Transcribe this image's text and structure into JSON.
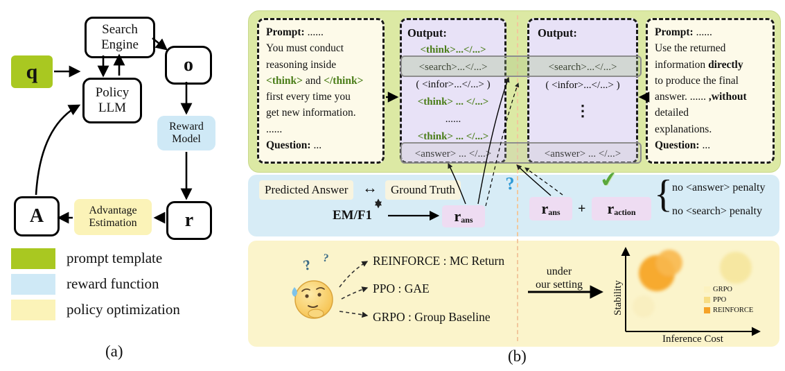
{
  "colors": {
    "prompt_template_green": "#a9c821",
    "reward_function_blue": "#cfe9f6",
    "policy_optimization_yellow": "#fbf3b8",
    "section_green": "#dce9a4",
    "section_blue": "#d7ecf6",
    "section_yellow": "#fbf4cb",
    "output_purple": "#e8e2f7",
    "tag_green": "#4a7d18",
    "reward_box_purple": "#eedcf2",
    "grpo_swatch": "#fcf2c0",
    "ppo_swatch": "#f7dd84",
    "reinforce_swatch": "#f5a227"
  },
  "panel_a": {
    "caption": "(a)",
    "nodes": {
      "q": "q",
      "search_engine": "Search\nEngine",
      "o": "o",
      "policy_llm": "Policy\nLLM",
      "reward_model": "Reward\nModel",
      "r": "r",
      "advantage": "Advantage\nEstimation",
      "A": "A"
    },
    "legend": [
      {
        "label": "prompt template"
      },
      {
        "label": "reward function"
      },
      {
        "label": "policy optimization"
      }
    ]
  },
  "panel_b": {
    "caption": "(b)",
    "prompt_left": {
      "head": "Prompt:",
      "head_rest": " ......",
      "l1": "You must conduct",
      "l2": "reasoning inside",
      "l3a": "<think>",
      "l3b": " and ",
      "l3c": "</think>",
      "l4": "first every time you",
      "l5": "get new information.",
      "l6": "......",
      "q_label": "Question:",
      "q_rest": " ..."
    },
    "output_left": {
      "head": "Output:",
      "think1": "<think>...</...>",
      "search": "<search>...</...>",
      "infor": "( <infor>...</...> )",
      "think2": "<think> ... </...>",
      "dots": "......",
      "think3": "<think> ... </...>",
      "answer": "<answer> ... </...>"
    },
    "output_right": {
      "head": "Output:",
      "search": "<search>...</...>",
      "infor": "( <infor>...</...> )",
      "vdots": "⋮",
      "answer": "<answer> ... </...>"
    },
    "prompt_right": {
      "head": "Prompt:",
      "head_rest": " ......",
      "l1": "Use the returned",
      "l2a": "information ",
      "l2b": "directly",
      "l3": "to produce the final",
      "l4a": "answer. ...... ",
      "l4b": ",without",
      "l5": "detailed",
      "l6": "explanations.",
      "q_label": "Question:",
      "q_rest": " ..."
    },
    "reward": {
      "predicted": "Predicted Answer",
      "compare_arrow": "↔",
      "ground": "Ground Truth",
      "metric": "EM/F1",
      "r_ans_base": "r",
      "r_ans_sub": "ans",
      "plus": "+",
      "r_action_base": "r",
      "r_action_sub": "action",
      "question_mark": "?",
      "check": "✔",
      "penalty_answer": "no <answer> penalty",
      "penalty_search": "no <search> penalty",
      "brace": "{"
    },
    "optimization": {
      "qmark1": "?",
      "qmark2": "?",
      "reinforce": "REINFORCE : MC Return",
      "ppo": "PPO : GAE",
      "grpo": "GRPO : Group Baseline",
      "under_line1": "under",
      "under_line2": "our setting",
      "ylabel": "Stability",
      "xlabel": "Inference Cost",
      "legend": [
        {
          "label": "GRPO"
        },
        {
          "label": "PPO"
        },
        {
          "label": "REINFORCE"
        }
      ]
    }
  }
}
